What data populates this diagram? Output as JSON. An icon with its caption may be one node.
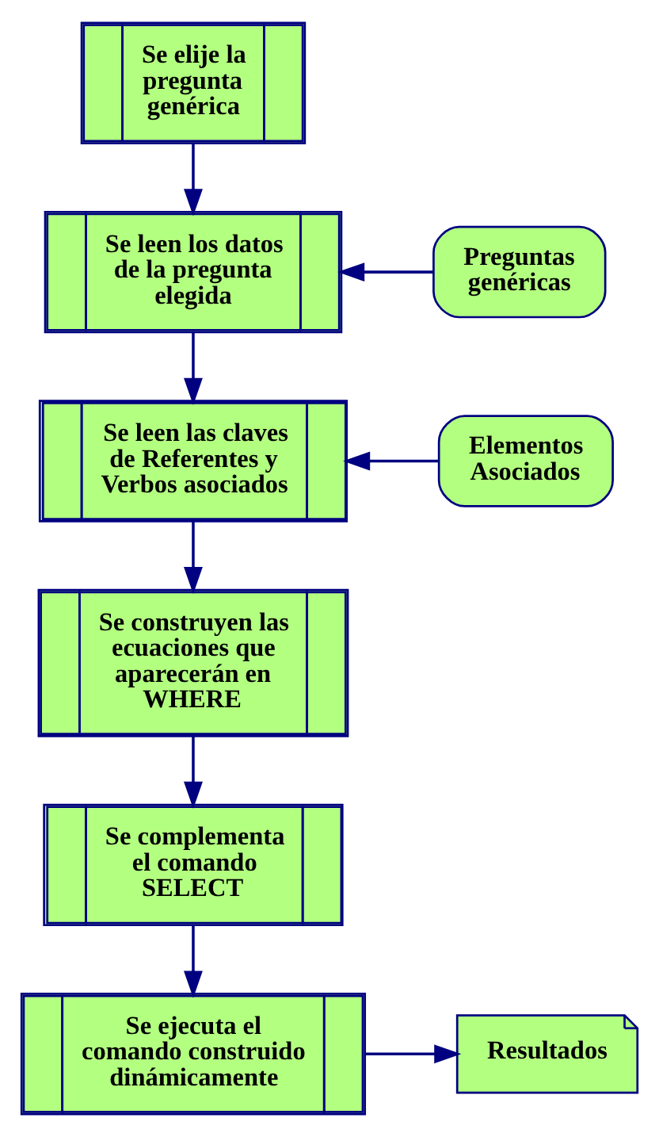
{
  "diagram": {
    "nodes": [
      {
        "text": [
          "Se elije la pregunta genérica"
        ]
      },
      {
        "text": [
          "Se leen los datos de la pregunta elegida"
        ]
      },
      {
        "text": [
          "Preguntas genéricas"
        ]
      },
      {
        "text": [
          "Se leen las claves de Referentes y Verbos asociados"
        ]
      },
      {
        "text": [
          "Elementos Asociados"
        ]
      },
      {
        "text": [
          "Se construyen las ecuaciones que aparecerán en WHERE"
        ]
      },
      {
        "text": [
          "Se complementa el comando SELECT"
        ]
      },
      {
        "text": [
          "Se ejecuta el comando construido dinámicamente"
        ]
      },
      {
        "text": [
          "Resultados"
        ]
      }
    ],
    "edges": [
      {
        "from": 0,
        "to": 1,
        "arrow": "to"
      },
      {
        "from": 2,
        "to": 1,
        "arrow": "to"
      },
      {
        "from": 1,
        "to": 3,
        "arrow": "to"
      },
      {
        "from": 4,
        "to": 3,
        "arrow": "to"
      },
      {
        "from": 3,
        "to": 5,
        "arrow": "to"
      },
      {
        "from": 5,
        "to": 6,
        "arrow": "to"
      },
      {
        "from": 6,
        "to": 7,
        "arrow": "to"
      },
      {
        "from": 7,
        "to": 8,
        "arrow": "to"
      }
    ]
  }
}
